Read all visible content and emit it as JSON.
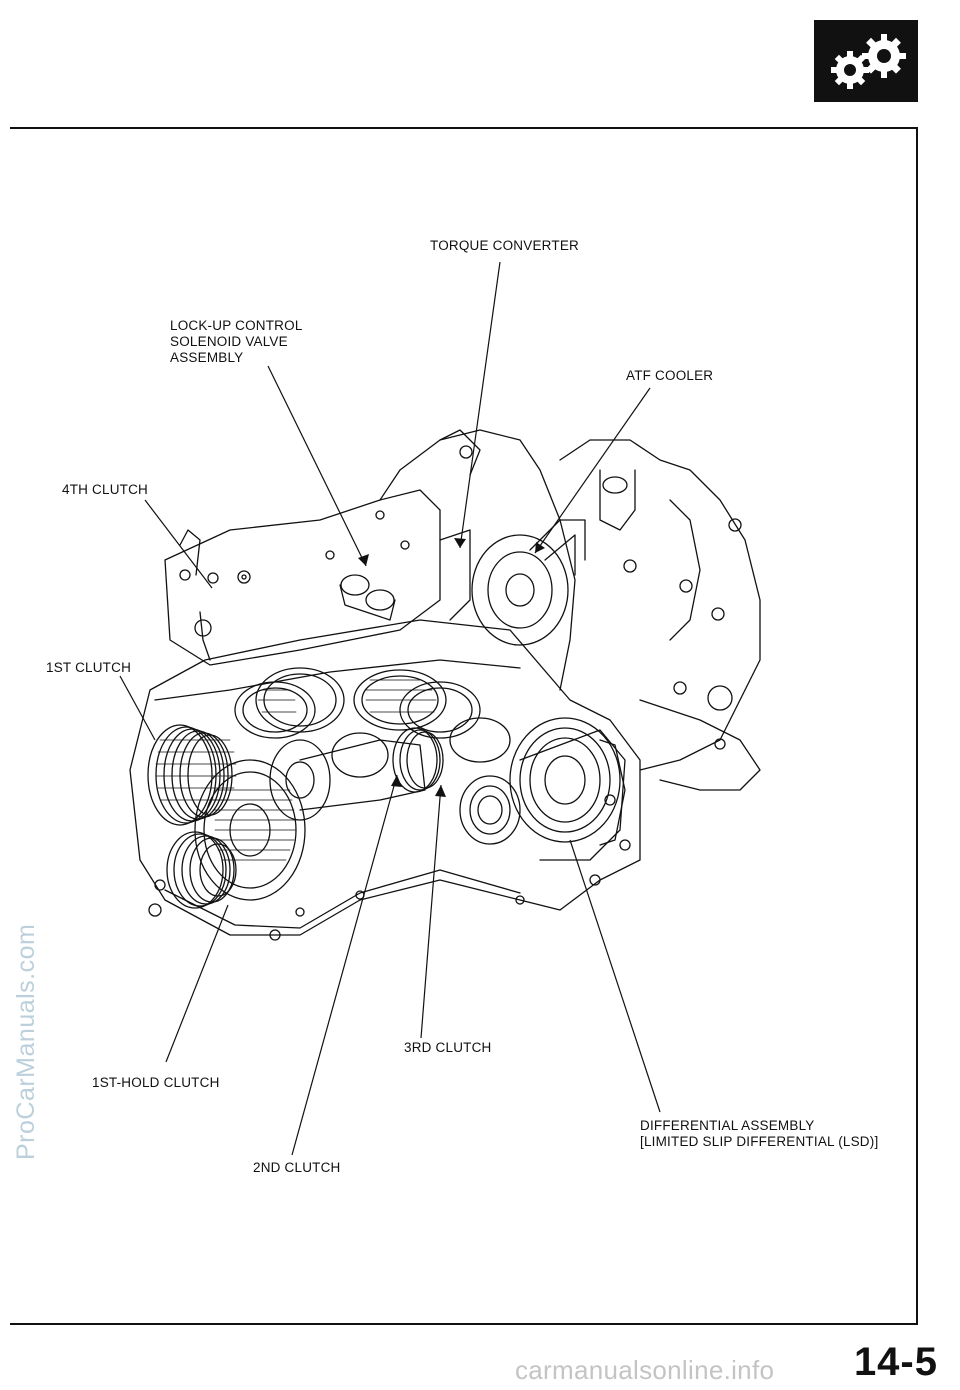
{
  "page": {
    "section_icon": "gears-icon",
    "page_number": "14-5",
    "watermark_side": "ProCarManuals.com",
    "watermark_footer": "carmanualsonline.info"
  },
  "callouts": {
    "torque_converter": [
      "TORQUE CONVERTER"
    ],
    "lockup_solenoid": [
      "LOCK-UP  CONTROL",
      "SOLENOID  VALVE",
      "ASSEMBLY"
    ],
    "atf_cooler": [
      "ATF COOLER"
    ],
    "clutch_4th": [
      "4TH  CLUTCH"
    ],
    "clutch_1st": [
      "1ST CLUTCH"
    ],
    "clutch_3rd": [
      "3RD  CLUTCH"
    ],
    "clutch_1st_hold": [
      "1ST-HOLD  CLUTCH"
    ],
    "differential": [
      "DIFFERENTIAL  ASSEMBLY",
      "[LIMITED  SLIP  DIFFERENTIAL  (LSD)]"
    ],
    "clutch_2nd": [
      "2ND  CLUTCH"
    ]
  }
}
